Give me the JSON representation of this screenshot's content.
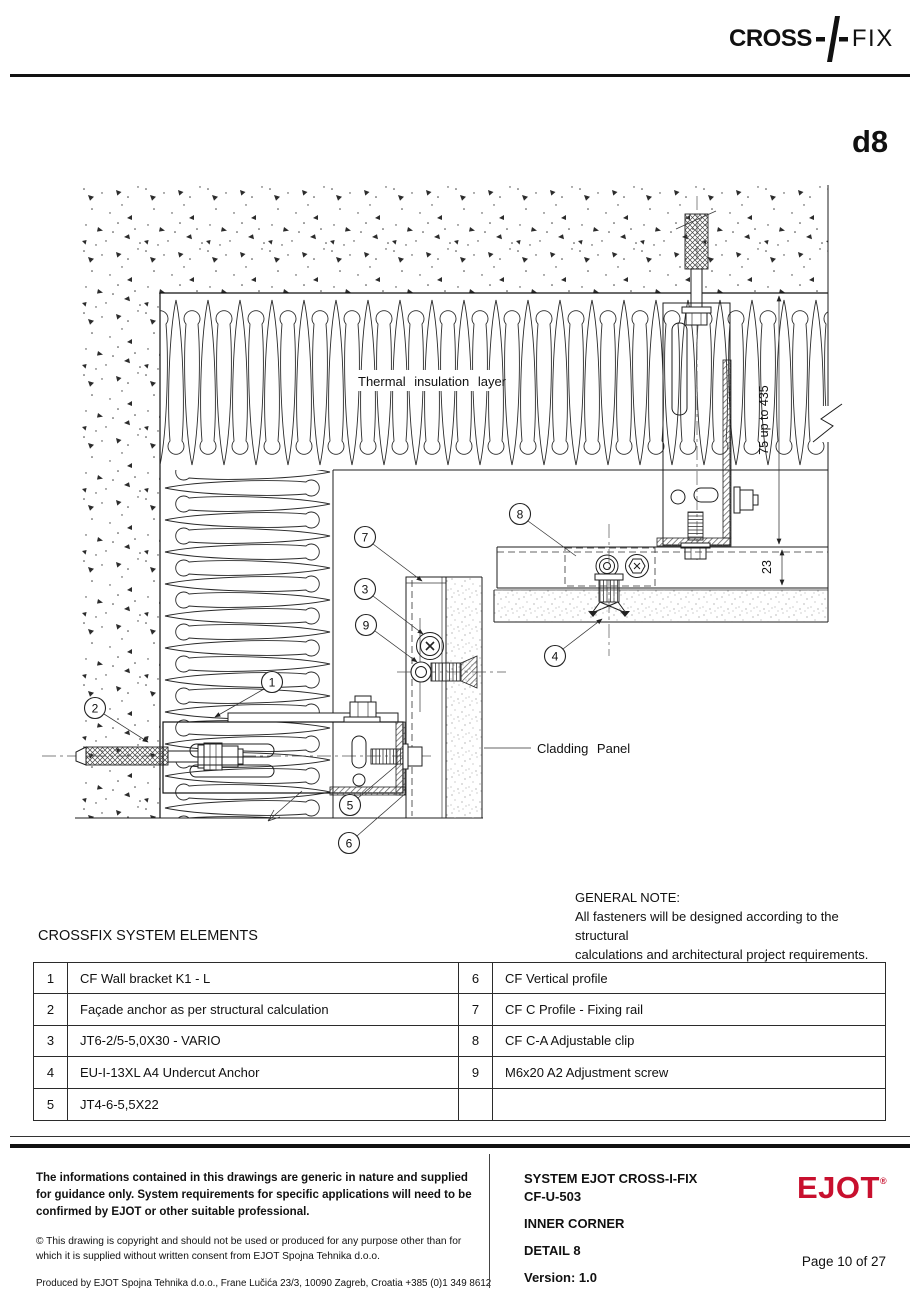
{
  "header": {
    "brand_cross": "CROSS",
    "brand_fix": "FIX",
    "detail_code": "d8"
  },
  "drawing": {
    "labels": {
      "insulation": "Thermal insulation layer",
      "cladding": "Cladding Panel"
    },
    "dimensions": {
      "insulation_range": "75 up to 435",
      "rail_depth": "23"
    },
    "callouts": [
      "1",
      "2",
      "3",
      "4",
      "5",
      "6",
      "7",
      "8",
      "9"
    ]
  },
  "elements_heading": "CROSSFIX SYSTEM ELEMENTS",
  "general_note": {
    "title": "GENERAL NOTE:",
    "line1": "All fasteners will be designed according to the structural",
    "line2": "calculations and architectural project requirements."
  },
  "table": {
    "rows": [
      {
        "n1": "1",
        "d1": "CF Wall bracket K1 - L",
        "n2": "6",
        "d2": "CF Vertical profile"
      },
      {
        "n1": "2",
        "d1": "Façade anchor as per structural calculation",
        "n2": "7",
        "d2": "CF C Profile - Fixing rail"
      },
      {
        "n1": "3",
        "d1": "JT6-2/5-5,0X30 - VARIO",
        "n2": "8",
        "d2": "CF C-A  Adjustable clip"
      },
      {
        "n1": "4",
        "d1": "EU-I-13XL A4 Undercut Anchor",
        "n2": "9",
        "d2": "M6x20 A2  Adjustment screw"
      },
      {
        "n1": "5",
        "d1": "JT4-6-5,5X22",
        "n2": "",
        "d2": ""
      }
    ]
  },
  "footer": {
    "disclaimer": "The informations contained in this drawings are generic in nature and supplied for guidance only. System requirements for specific applications will need to be confirmed by EJOT or other suitable professional.",
    "copyright": "© This drawing is copyright and should not be used or produced for any purpose other than for which it is supplied without written consent from EJOT Spojna Tehnika d.o.o.",
    "produced": "Produced by EJOT Spojna Tehnika d.o.o., Frane Lučića 23/3, 10090 Zagreb, Croatia +385 (0)1 349 8612",
    "system_line1": "SYSTEM EJOT CROSS-I-FIX",
    "system_line2": "CF-U-503",
    "project": "INNER CORNER",
    "detail": "DETAIL 8",
    "version": "Version: 1.0",
    "brand": "EJOT",
    "registered": "®",
    "brand_color": "#C8102E",
    "page": "Page 10 of 27"
  }
}
